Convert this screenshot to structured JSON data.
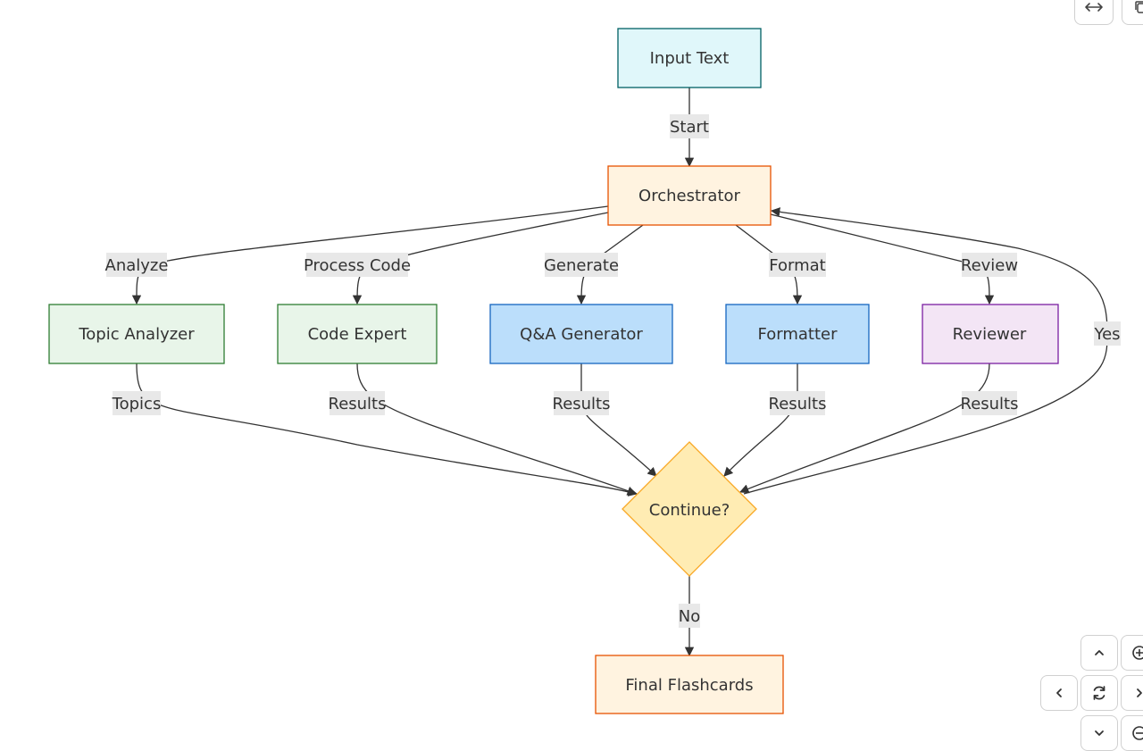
{
  "nodes": {
    "input": {
      "label": "Input Text"
    },
    "orchestrator": {
      "label": "Orchestrator"
    },
    "topic_analyzer": {
      "label": "Topic Analyzer"
    },
    "code_expert": {
      "label": "Code Expert"
    },
    "qa_generator": {
      "label": "Q&A Generator"
    },
    "formatter": {
      "label": "Formatter"
    },
    "reviewer": {
      "label": "Reviewer"
    },
    "decision": {
      "label": "Continue?"
    },
    "final": {
      "label": "Final Flashcards"
    }
  },
  "edges": {
    "start": "Start",
    "analyze": "Analyze",
    "process_code": "Process Code",
    "generate": "Generate",
    "format": "Format",
    "review": "Review",
    "topics": "Topics",
    "results_code": "Results",
    "results_qa": "Results",
    "results_formatter": "Results",
    "results_reviewer": "Results",
    "yes": "Yes",
    "no": "No"
  },
  "colors": {
    "input_fill": "#e0f7fa",
    "input_stroke": "#006064",
    "orchestrator_fill": "#fff3e0",
    "orchestrator_stroke": "#e65100",
    "green_fill": "#e8f5e9",
    "green_stroke": "#2e7d32",
    "blue_fill": "#bbdefb",
    "blue_stroke": "#1565c0",
    "purple_fill": "#f3e5f5",
    "purple_stroke": "#7b1fa2",
    "decision_fill": "#ffecb3",
    "decision_stroke": "#f9a825",
    "final_fill": "#fff3e0",
    "final_stroke": "#e65100"
  },
  "controls": {
    "fit_icon": "horizontal-arrows-icon",
    "copy_icon": "copy-icon",
    "up_icon": "chevron-up-icon",
    "left_icon": "chevron-left-icon",
    "reset_icon": "refresh-icon",
    "right_icon": "chevron-right-icon",
    "zoom_in_icon": "zoom-in-icon",
    "down_icon": "chevron-down-icon",
    "zoom_out_icon": "zoom-out-icon"
  }
}
